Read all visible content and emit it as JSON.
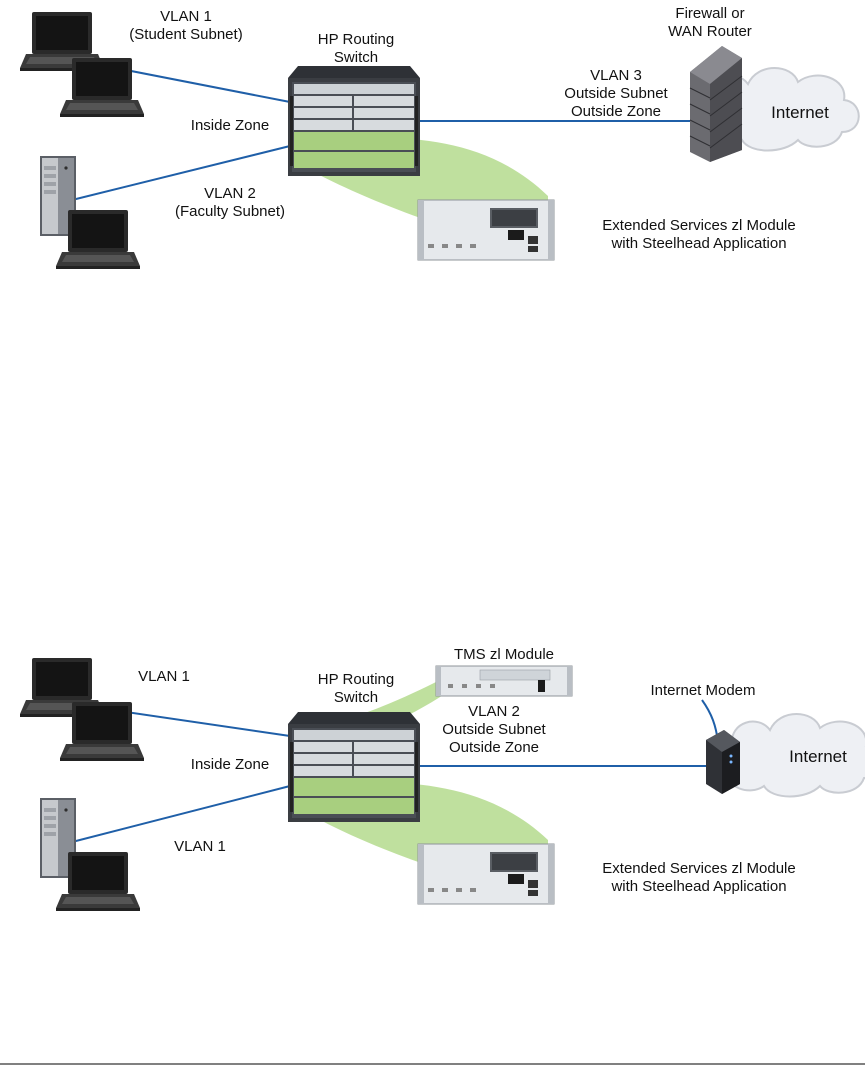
{
  "colors": {
    "link": "#1f5fa8",
    "zone_fill": "#9dd06a",
    "chassis": "#3a3d42",
    "module_face": "#e6e9ec",
    "brick": "#6b6b70",
    "cloud": "#eef0f4"
  },
  "diagram1": {
    "vlan1_line1": "VLAN 1",
    "vlan1_line2": "(Student Subnet)",
    "switch_line1": "HP Routing",
    "switch_line2": "Switch",
    "firewall_line1": "Firewall or",
    "firewall_line2": "WAN Router",
    "vlan3_line1": "VLAN 3",
    "vlan3_line2": "Outside Subnet",
    "vlan3_line3": "Outside Zone",
    "inside_zone": "Inside Zone",
    "vlan2_line1": "VLAN 2",
    "vlan2_line2": "(Faculty Subnet)",
    "module_line1": "Extended Services zl Module",
    "module_line2": "with Steelhead Application",
    "internet": "Internet",
    "icons": [
      "laptop-icon",
      "server-tower-icon",
      "switch-chassis-icon",
      "firewall-icon",
      "cloud-icon",
      "services-module-icon"
    ]
  },
  "diagram2": {
    "vlan1_top": "VLAN 1",
    "switch_line1": "HP Routing",
    "switch_line2": "Switch",
    "tms_module": "TMS zl Module",
    "modem": "Internet Modem",
    "vlan2_line1": "VLAN 2",
    "vlan2_line2": "Outside Subnet",
    "vlan2_line3": "Outside Zone",
    "inside_zone": "Inside Zone",
    "vlan1_bottom": "VLAN 1",
    "module_line1": "Extended Services zl Module",
    "module_line2": "with Steelhead Application",
    "internet": "Internet",
    "icons": [
      "laptop-icon",
      "server-tower-icon",
      "switch-chassis-icon",
      "modem-icon",
      "cloud-icon",
      "services-module-icon",
      "tms-module-icon"
    ]
  }
}
